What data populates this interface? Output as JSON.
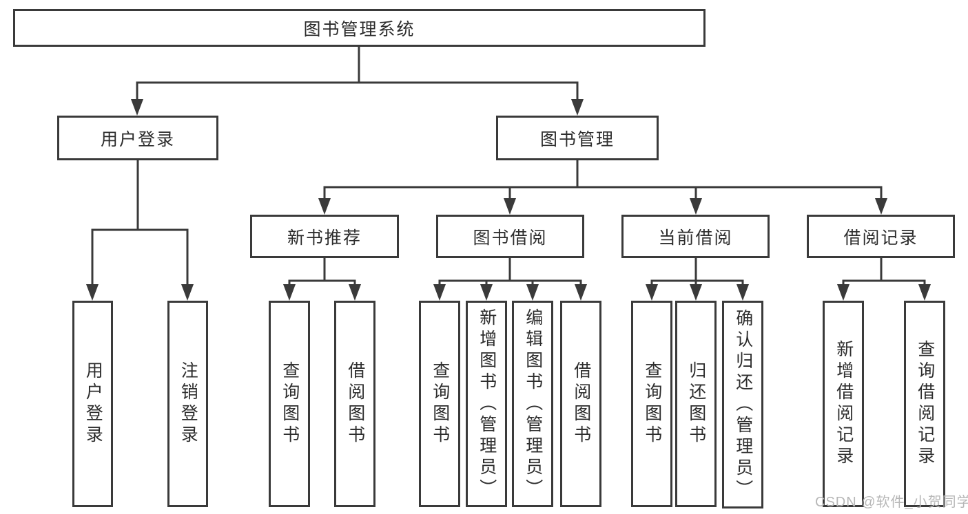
{
  "diagram": {
    "root": {
      "label": "图书管理系统"
    },
    "level2": {
      "user": {
        "label": "用户登录",
        "children": {
          "c1": "用户登录",
          "c2": "注销登录"
        }
      },
      "mgmt": {
        "label": "图书管理"
      }
    },
    "level3": {
      "newbook": {
        "label": "新书推荐",
        "children": {
          "c1": "查询图书",
          "c2": "借阅图书"
        }
      },
      "borrow": {
        "label": "图书借阅",
        "children": {
          "c1": "查询图书",
          "c2": "新增图书（管理员）",
          "c3": "编辑图书（管理员）",
          "c4": "借阅图书"
        }
      },
      "current": {
        "label": "当前借阅",
        "children": {
          "c1": "查询图书",
          "c2": "归还图书",
          "c3": "确认归还（管理员）"
        }
      },
      "record": {
        "label": "借阅记录",
        "children": {
          "c1": "新增借阅记录",
          "c2": "查询借阅记录"
        }
      }
    },
    "watermark": {
      "text": "CSDN @软件_小贺同学"
    },
    "colors": {
      "line": "#3a3a3a",
      "text": "#2d2d2d",
      "box_background": "#ffffff",
      "watermark": "#b7b7b7"
    }
  }
}
